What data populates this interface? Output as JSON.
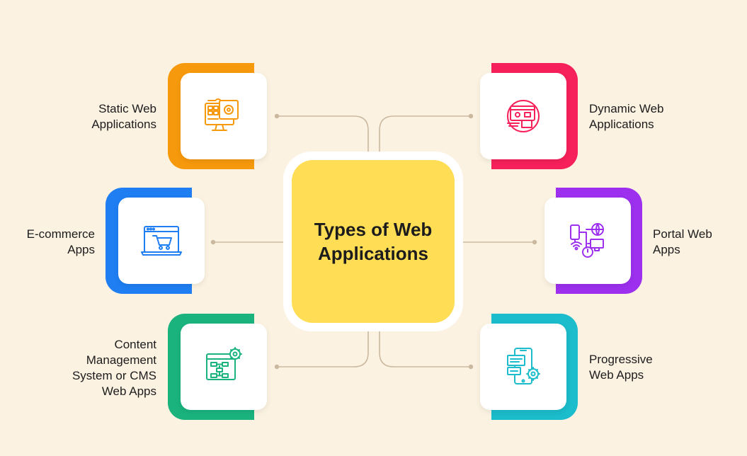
{
  "title": "Types of Web\nApplications",
  "colors": {
    "background": "#fcf2e2",
    "center": "#ffdd55",
    "connector": "#cbb99f"
  },
  "nodes": {
    "static": {
      "label": "Static Web\nApplications",
      "accent": "#f7990c",
      "icon": "monitor-dashboard-icon"
    },
    "dynamic": {
      "label": "Dynamic Web\nApplications",
      "accent": "#f6205a",
      "icon": "globe-browser-icon"
    },
    "ecommerce": {
      "label": "E-commerce\nApps",
      "accent": "#1e7ef2",
      "icon": "shopping-cart-browser-icon"
    },
    "portal": {
      "label": "Portal Web\nApps",
      "accent": "#9c30ee",
      "icon": "network-devices-icon"
    },
    "cms": {
      "label": "Content\nManagement\nSystem or CMS\nWeb Apps",
      "accent": "#1ab37e",
      "icon": "flowchart-gear-icon"
    },
    "pwa": {
      "label": "Progressive\nWeb Apps",
      "accent": "#1bbccb",
      "icon": "mobile-gear-icon"
    }
  }
}
